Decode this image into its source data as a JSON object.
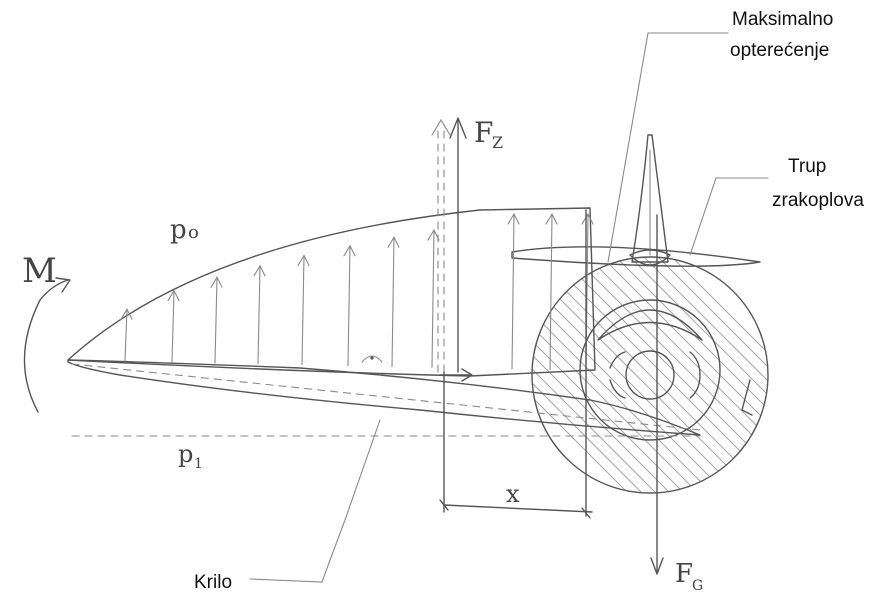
{
  "labels": {
    "max_load_line1": "Maksimalno",
    "max_load_line2": "opterećenje",
    "fuselage_line1": "Trup",
    "fuselage_line2": "zrakoplova",
    "wing": "Krilo"
  },
  "symbols": {
    "moment": "M",
    "pressure_top": "p",
    "pressure_top_sub": "o",
    "pressure_bottom": "p",
    "pressure_bottom_sub": "1",
    "lift": "F",
    "lift_sub": "Z",
    "weight": "F",
    "weight_sub": "G",
    "distance": "x"
  },
  "colors": {
    "pencil": "#555555",
    "label_text": "#111111",
    "background": "#ffffff"
  }
}
